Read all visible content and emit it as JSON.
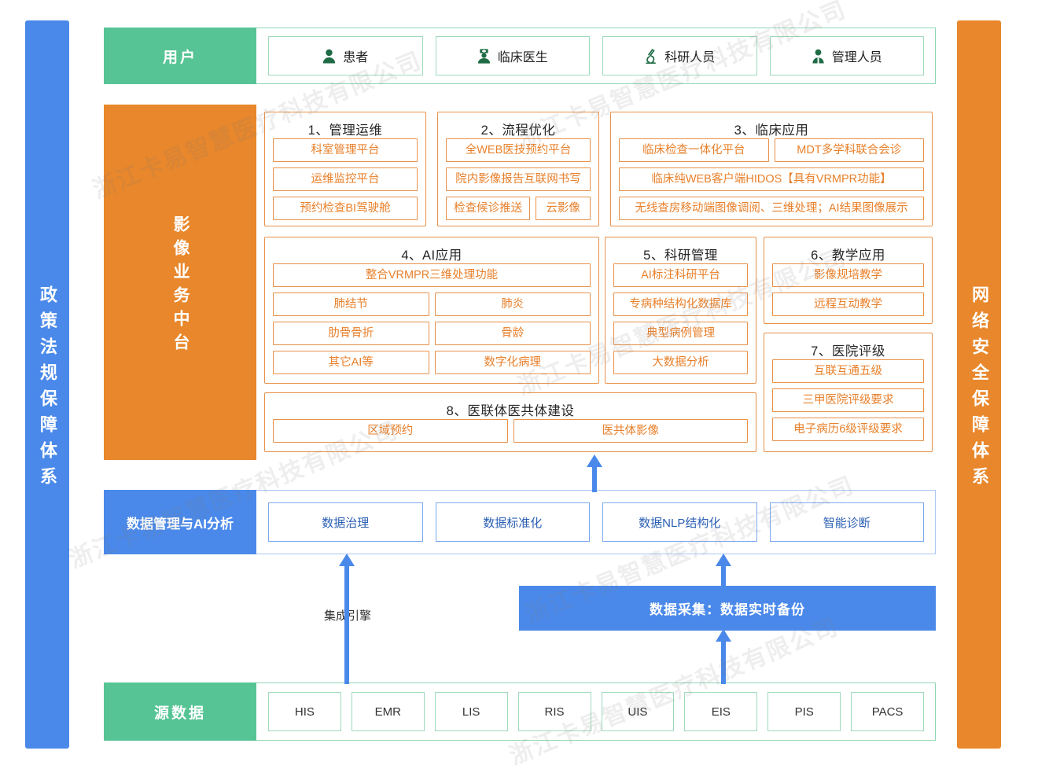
{
  "pillars": {
    "left": "政策法规保障体系",
    "right": "网络安全保障体系"
  },
  "watermark": "浙江卡易智慧医疗科技有限公司",
  "user_row": {
    "label": "用户",
    "chips": [
      {
        "label": "患者",
        "icon": "patient-icon"
      },
      {
        "label": "临床医生",
        "icon": "doctor-icon"
      },
      {
        "label": "科研人员",
        "icon": "microscope-icon"
      },
      {
        "label": "管理人员",
        "icon": "manager-icon"
      }
    ]
  },
  "platform": {
    "label": "影像业务中台",
    "sections": [
      {
        "title": "1、管理运维",
        "rows": [
          [
            "科室管理平台"
          ],
          [
            "运维监控平台"
          ],
          [
            "预约检查BI驾驶舱"
          ]
        ]
      },
      {
        "title": "2、流程优化",
        "rows": [
          [
            "全WEB医技预约平台"
          ],
          [
            "院内影像报告互联网书写"
          ],
          [
            "检查候诊推送",
            "云影像"
          ]
        ]
      },
      {
        "title": "3、临床应用",
        "rows": [
          [
            "临床检查一体化平台",
            "MDT多学科联合会诊"
          ],
          [
            "临床纯WEB客户端HIDOS【具有VRMPR功能】"
          ],
          [
            "无线查房移动端图像调阅、三维处理；AI结果图像展示"
          ]
        ]
      },
      {
        "title": "4、AI应用",
        "rows": [
          [
            "整合VRMPR三维处理功能"
          ],
          [
            "肺结节",
            "肺炎"
          ],
          [
            "肋骨骨折",
            "骨龄"
          ],
          [
            "其它AI等",
            "数字化病理"
          ]
        ]
      },
      {
        "title": "5、科研管理",
        "rows": [
          [
            "AI标注科研平台"
          ],
          [
            "专病种结构化数据库"
          ],
          [
            "典型病例管理"
          ],
          [
            "大数据分析"
          ]
        ]
      },
      {
        "title": "6、教学应用",
        "rows": [
          [
            "影像规培教学"
          ],
          [
            "远程互动教学"
          ]
        ]
      },
      {
        "title": "7、医院评级",
        "rows": [
          [
            "互联互通五级"
          ],
          [
            "三甲医院评级要求"
          ],
          [
            "电子病历6级评级要求"
          ]
        ]
      },
      {
        "title": "8、医联体医共体建设",
        "rows": [
          [
            "区域预约",
            "医共体影像"
          ]
        ]
      }
    ]
  },
  "data_mgmt": {
    "label": "数据管理与AI分析",
    "chips": [
      "数据治理",
      "数据标准化",
      "数据NLP结构化",
      "智能诊断"
    ]
  },
  "transport": {
    "engine_label": "集成引擎",
    "collect_label": "数据采集：数据实时备份"
  },
  "source_row": {
    "label": "源数据",
    "chips": [
      "HIS",
      "EMR",
      "LIS",
      "RIS",
      "UIS",
      "EIS",
      "PIS",
      "PACS"
    ]
  },
  "colors": {
    "green": "#56c494",
    "orange": "#e8872b",
    "blue": "#4a89ea",
    "orange_text": "#e8802b",
    "blue_text": "#2b5fb4"
  }
}
